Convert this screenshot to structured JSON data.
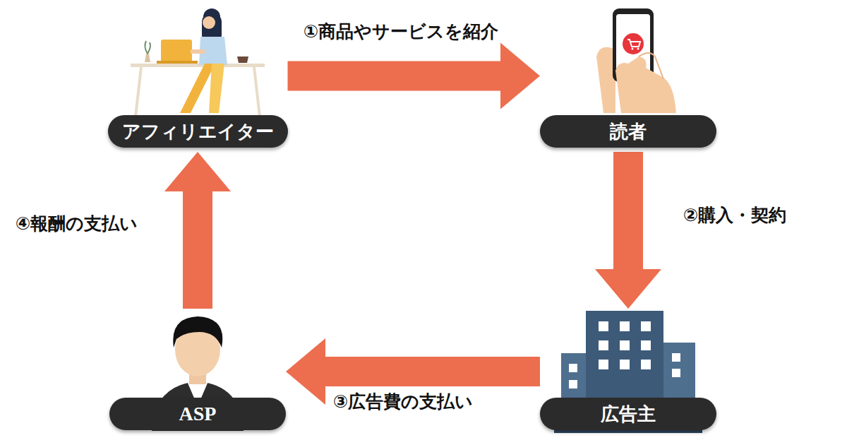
{
  "diagram": {
    "nodes": [
      {
        "text": [
          "アフィリエイター"
        ]
      },
      {
        "text": [
          "読者"
        ]
      },
      {
        "text": [
          "広告主"
        ]
      },
      {
        "text": [
          "ASP"
        ]
      }
    ],
    "edges": [
      {
        "from": 0,
        "to": 1,
        "label": "①商品やサービスを紹介",
        "arrow": "to"
      },
      {
        "from": 1,
        "to": 2,
        "label": "②購入・契約",
        "arrow": "to"
      },
      {
        "from": 2,
        "to": 3,
        "label": "③広告費の支払い",
        "arrow": "to"
      },
      {
        "from": 3,
        "to": 0,
        "label": "④報酬の支払い",
        "arrow": "to"
      }
    ]
  }
}
